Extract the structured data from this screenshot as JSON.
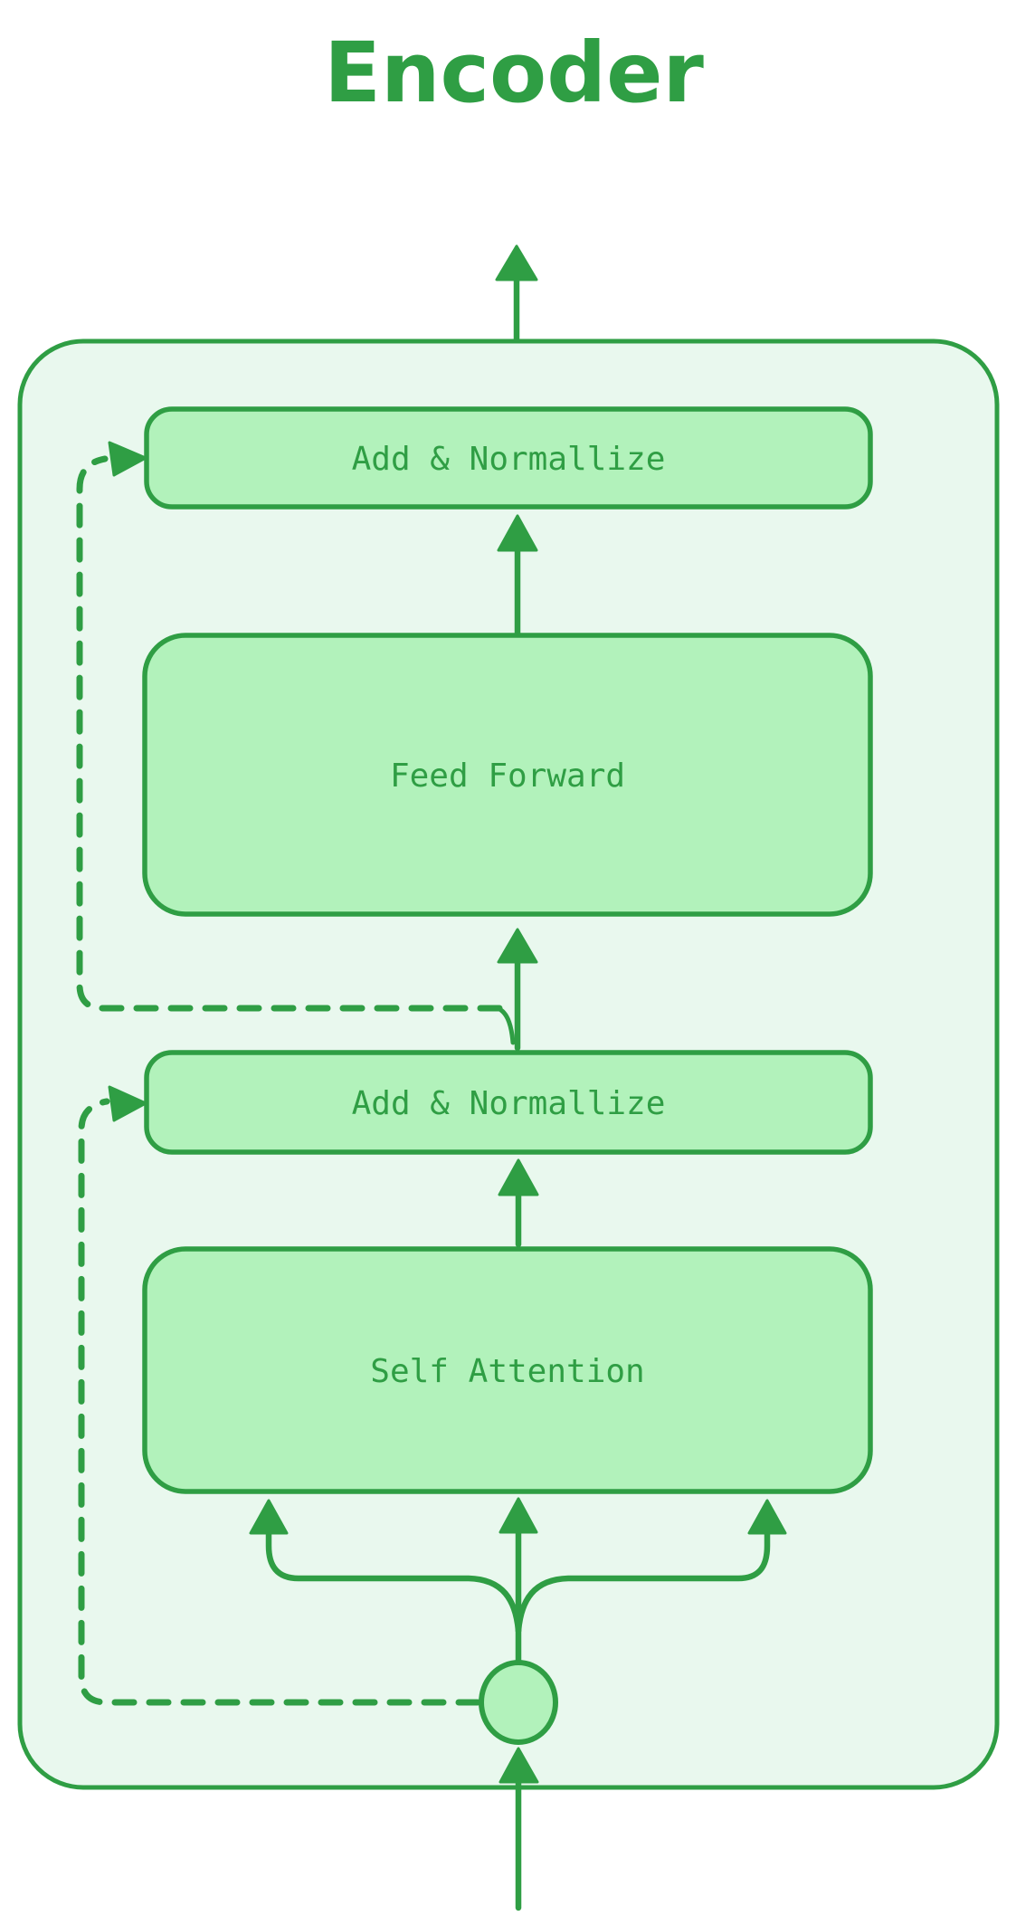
{
  "title": "Encoder",
  "boxes": {
    "add_norm_top": {
      "label": "Add & Normallize"
    },
    "feed_forward": {
      "label": "Feed Forward"
    },
    "add_norm_bottom": {
      "label": "Add & Normallize"
    },
    "self_attention": {
      "label": "Self Attention"
    }
  },
  "colors": {
    "stroke": "#2f9e44",
    "text": "#2f9e44",
    "box_fill": "#b2f2bb",
    "container_fill": "#e9f8ee",
    "background": "#ffffff"
  }
}
